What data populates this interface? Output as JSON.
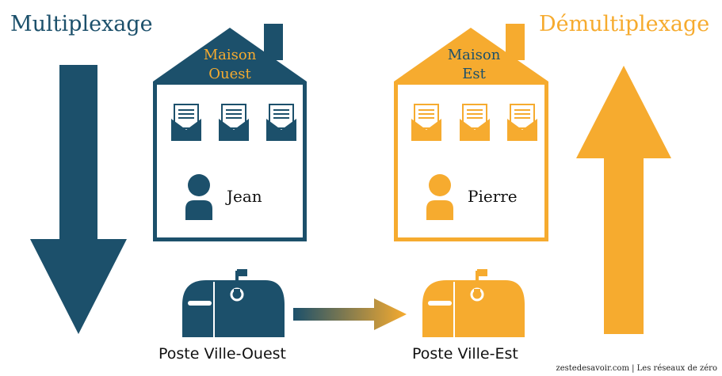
{
  "titles": {
    "left": "Multiplexage",
    "right": "Démultiplexage"
  },
  "houses": {
    "west": {
      "label_line1": "Maison",
      "label_line2": "Ouest",
      "person": "Jean"
    },
    "east": {
      "label_line1": "Maison",
      "label_line2": "Est",
      "person": "Pierre"
    }
  },
  "posts": {
    "west": "Poste Ville-Ouest",
    "east": "Poste Ville-Est"
  },
  "credit": "zestedesavoir.com | Les réseaux de zéro",
  "colors": {
    "dark": "#1c506b",
    "orange": "#f6ab2f",
    "label_on_dark": "#f6ab2f",
    "label_on_orange": "#1c506b"
  },
  "icons": [
    "envelope-icon",
    "person-icon",
    "mailbox-icon",
    "down-arrow-icon",
    "up-arrow-icon",
    "right-arrow-icon"
  ]
}
